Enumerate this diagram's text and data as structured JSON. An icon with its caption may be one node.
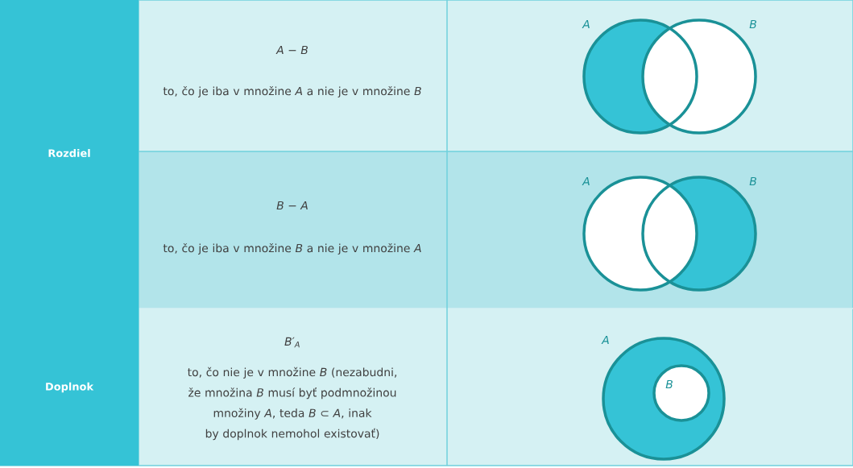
{
  "diagram": {
    "labels": [
      "Rozdiel",
      "A − B",
      "to, čo je iba v množine *A* a nie je v množine *B*",
      "A",
      "B",
      "B − A",
      "to, čo je iba v množine *B* a nie je v množine *A*",
      "A",
      "B",
      "Doplnok",
      "*B′*$_{A}$",
      "to, čo nie je v množine *B* (nezabudni, že množina *B* musí byť podmnožinou množiny *A*, teda *B* ⊂ *A*, inak by doplnok nemohol existovať)",
      "A",
      "B"
    ]
  }
}
